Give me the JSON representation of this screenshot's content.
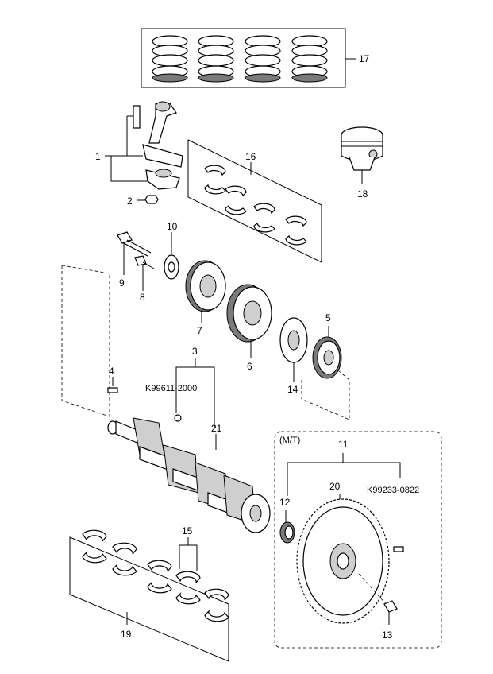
{
  "callouts": {
    "c1": "1",
    "c2": "2",
    "c3": "3",
    "c4": "4",
    "c5": "5",
    "c6": "6",
    "c7": "7",
    "c8": "8",
    "c9": "9",
    "c10": "10",
    "c11": "11",
    "c12": "12",
    "c13": "13",
    "c14": "14",
    "c15": "15",
    "c16": "16",
    "c17": "17",
    "c18": "18",
    "c19": "19",
    "c20": "20",
    "c21": "21"
  },
  "part_numbers": {
    "crank_pulley_key": "K99611-2000",
    "flywheel_bolt": "K99233-0822"
  },
  "group_labels": {
    "manual_transmission": "(M/T)"
  }
}
